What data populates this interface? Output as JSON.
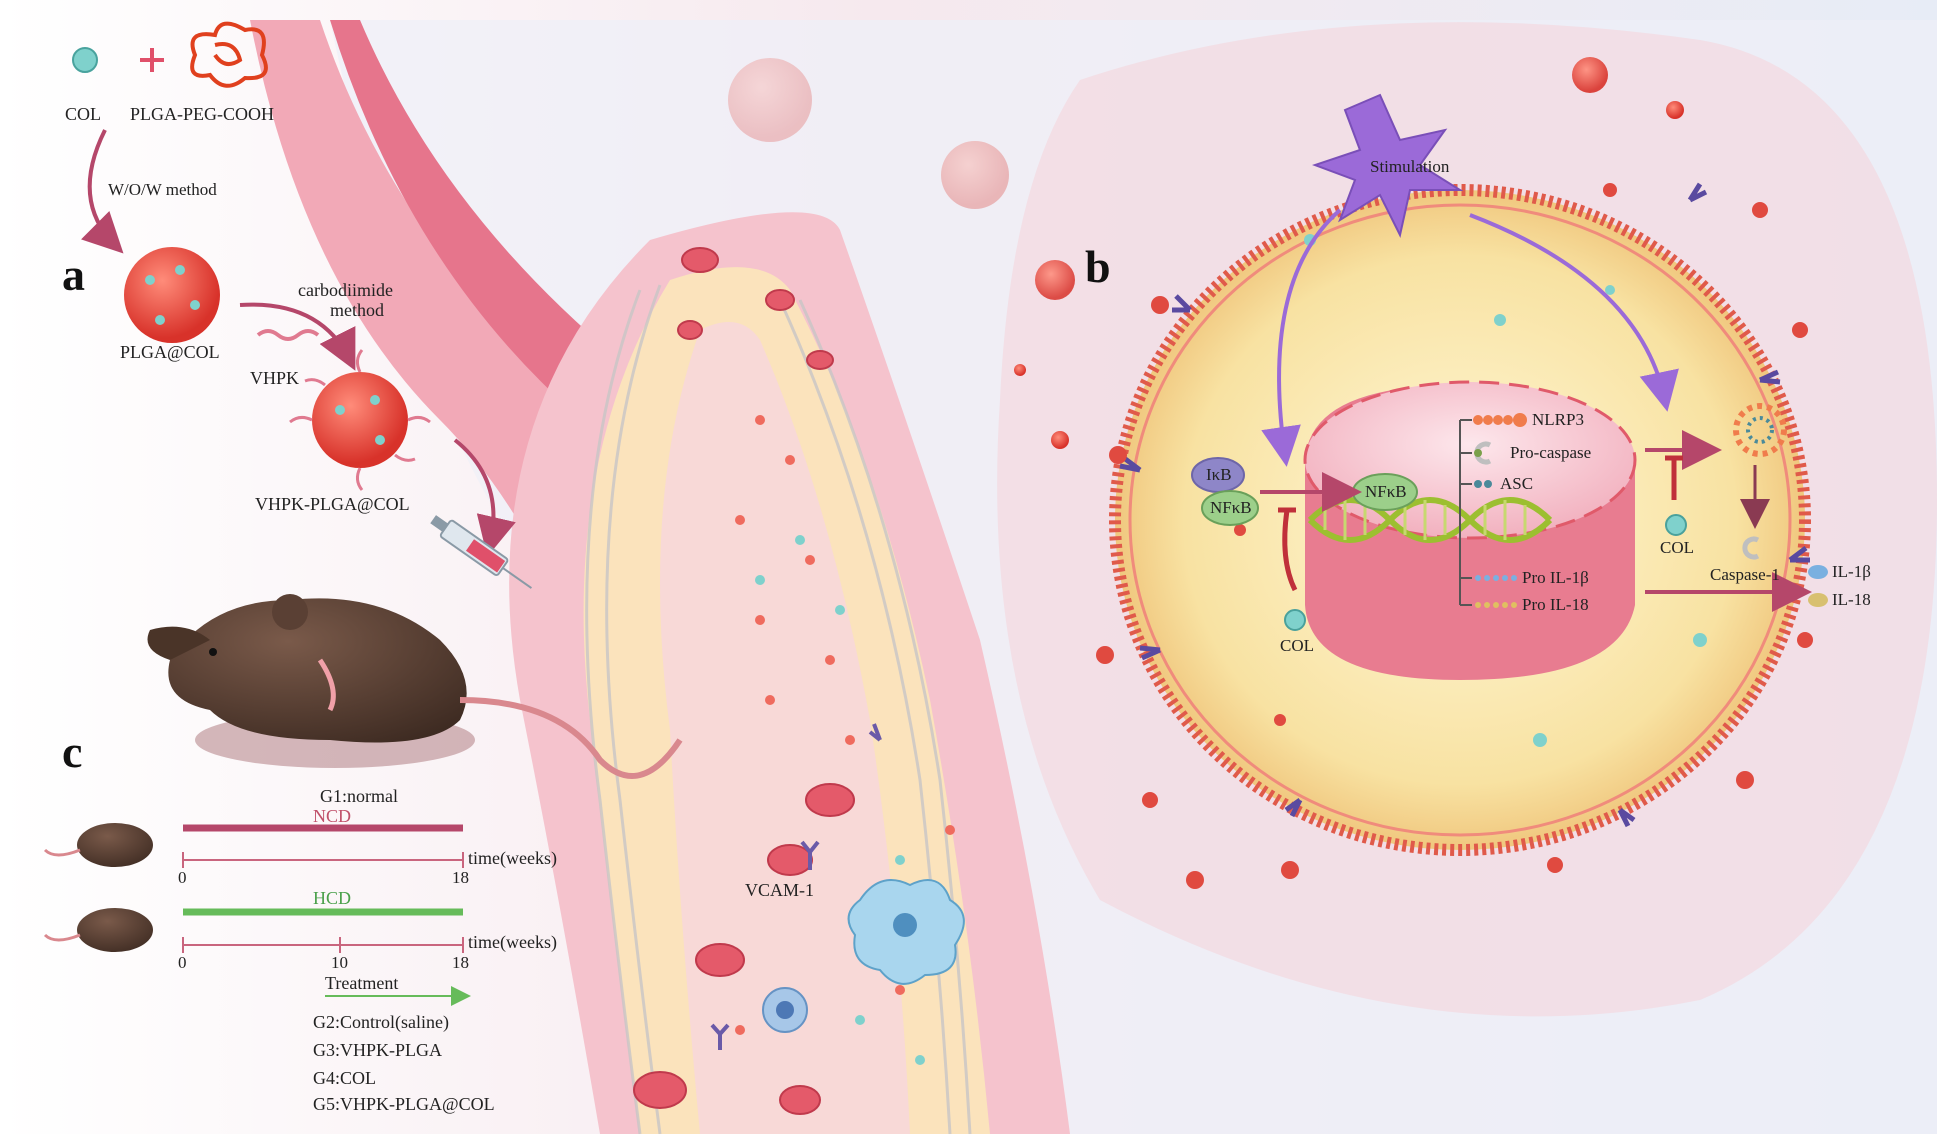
{
  "panel_a": {
    "letter": "a",
    "col": "COL",
    "plga_peg": "PLGA-PEG-COOH",
    "wow": "W/O/W method",
    "plga_col": "PLGA@COL",
    "carbo1": "carbodiimide",
    "carbo2": "method",
    "vhpk": "VHPK",
    "vhpk_plga_col": "VHPK-PLGA@COL"
  },
  "panel_b": {
    "letter": "b",
    "stimulation": "Stimulation",
    "ikb": "IκB",
    "nfkb": "NFκB",
    "nfkb2": "NFκB",
    "nlrp3": "NLRP3",
    "procaspase": "Pro-caspase",
    "asc": "ASC",
    "pro_il1b": "Pro IL-1β",
    "pro_il18": "Pro IL-18",
    "col_left": "COL",
    "col_right": "COL",
    "caspase1": "Caspase-1",
    "il1b": "IL-1β",
    "il18": "IL-18"
  },
  "vessel": {
    "vcam": "VCAM-1"
  },
  "panel_c": {
    "letter": "c",
    "g1": "G1:normal",
    "ncd": "NCD",
    "hcd": "HCD",
    "time1": "time(weeks)",
    "time2": "time(weeks)",
    "t0a": "0",
    "t18a": "18",
    "t0b": "0",
    "t10b": "10",
    "t18b": "18",
    "treatment": "Treatment",
    "g2": "G2:Control(saline)",
    "g3": "G3:VHPK-PLGA",
    "g4": "G4:COL",
    "g5": "G5:VHPK-PLGA@COL"
  },
  "colors": {
    "ncd": "#b5476a",
    "hcd": "#66bb5a",
    "vessel": "#e8768c",
    "cell": "#f9e7b0",
    "membrane": "#e05a4a"
  }
}
